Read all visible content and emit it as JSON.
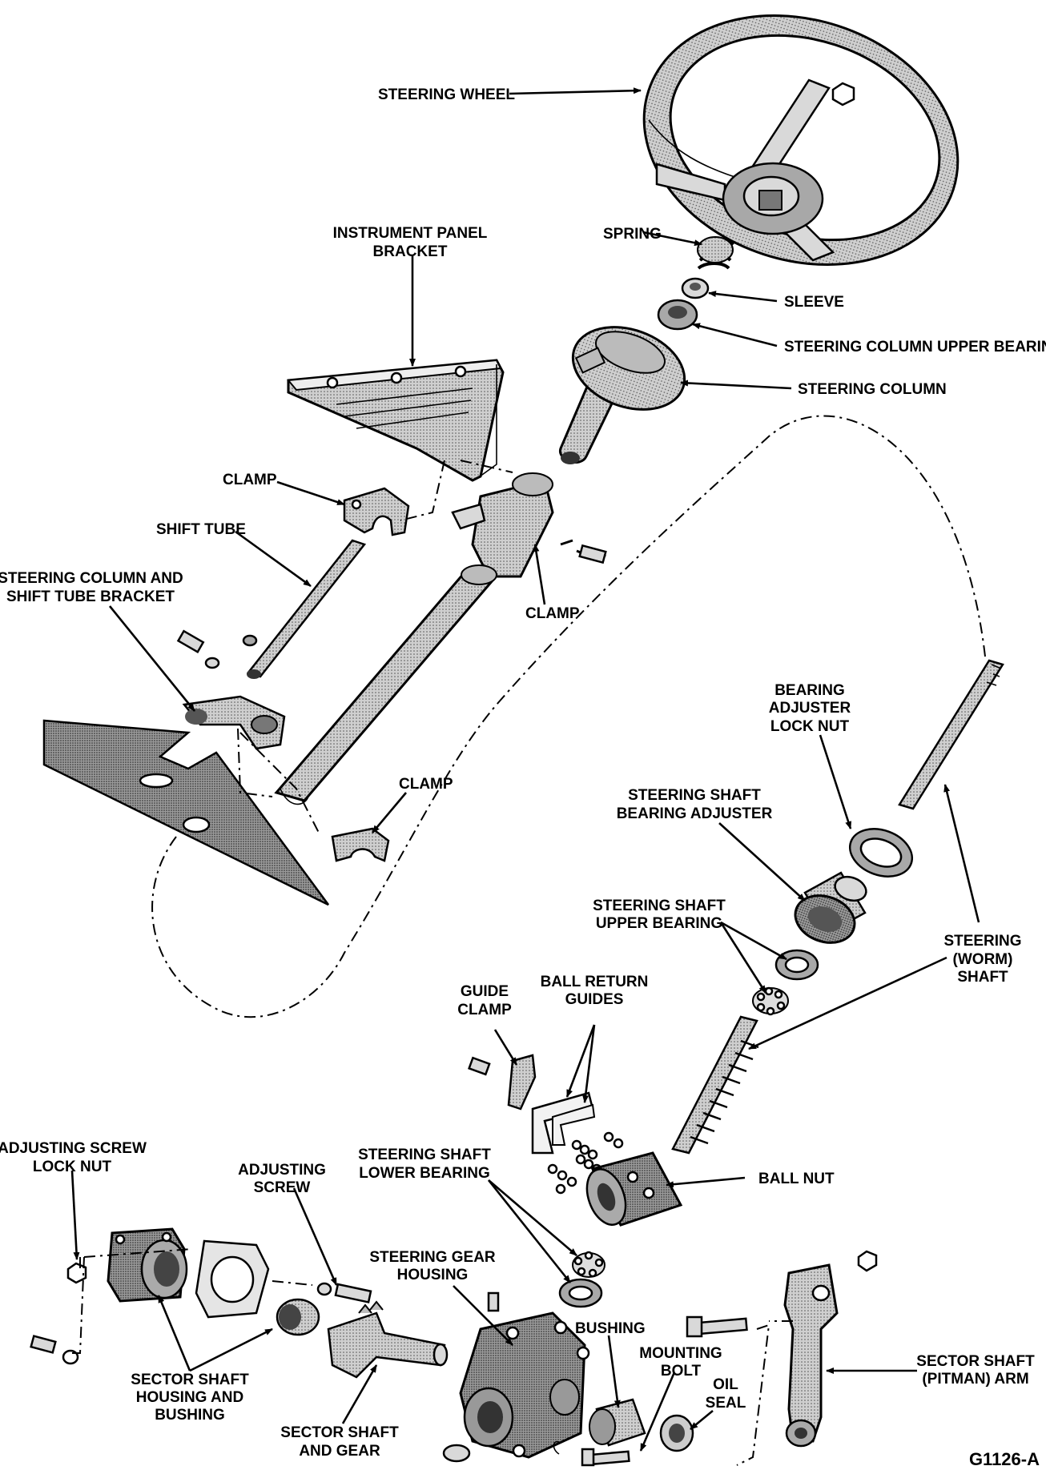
{
  "labels": {
    "steering_wheel": "STEERING WHEEL",
    "instrument_panel_bracket_l1": "INSTRUMENT PANEL",
    "instrument_panel_bracket_l2": "BRACKET",
    "spring": "SPRING",
    "sleeve": "SLEEVE",
    "upper_bearing": "STEERING COLUMN UPPER  BEARING",
    "steering_column": "STEERING COLUMN",
    "clamp_top": "CLAMP",
    "shift_tube": "SHIFT TUBE",
    "column_bracket_l1": "STEERING COLUMN AND",
    "column_bracket_l2": "SHIFT TUBE BRACKET",
    "clamp_mid": "CLAMP",
    "clamp_lower": "CLAMP",
    "bearing_adjuster_lock_nut_l1": "BEARING",
    "bearing_adjuster_lock_nut_l2": "ADJUSTER",
    "bearing_adjuster_lock_nut_l3": "LOCK NUT",
    "shaft_bearing_adjuster_l1": "STEERING SHAFT",
    "shaft_bearing_adjuster_l2": "BEARING ADJUSTER",
    "shaft_upper_bearing_l1": "STEERING SHAFT",
    "shaft_upper_bearing_l2": "UPPER BEARING",
    "worm_shaft_l1": "STEERING",
    "worm_shaft_l2": "(WORM)",
    "worm_shaft_l3": "SHAFT",
    "guide_clamp_l1": "GUIDE",
    "guide_clamp_l2": "CLAMP",
    "ball_return_guides_l1": "BALL RETURN",
    "ball_return_guides_l2": "GUIDES",
    "ball_nut": "BALL NUT",
    "shaft_lower_bearing_l1": "STEERING SHAFT",
    "shaft_lower_bearing_l2": "LOWER BEARING",
    "adj_screw_lock_nut_l1": "ADJUSTING SCREW",
    "adj_screw_lock_nut_l2": "LOCK NUT",
    "adjusting_screw_l1": "ADJUSTING",
    "adjusting_screw_l2": "SCREW",
    "gear_housing_l1": "STEERING GEAR",
    "gear_housing_l2": "HOUSING",
    "bushing": "BUSHING",
    "mounting_bolt_l1": "MOUNTING",
    "mounting_bolt_l2": "BOLT",
    "oil_seal_l1": "OIL",
    "oil_seal_l2": "SEAL",
    "pitman_arm_l1": "SECTOR SHAFT",
    "pitman_arm_l2": "(PITMAN) ARM",
    "sector_housing_l1": "SECTOR SHAFT",
    "sector_housing_l2": "HOUSING AND",
    "sector_housing_l3": "BUSHING",
    "sector_gear_l1": "SECTOR SHAFT",
    "sector_gear_l2": "AND GEAR"
  },
  "figure_id": "G1126-A"
}
